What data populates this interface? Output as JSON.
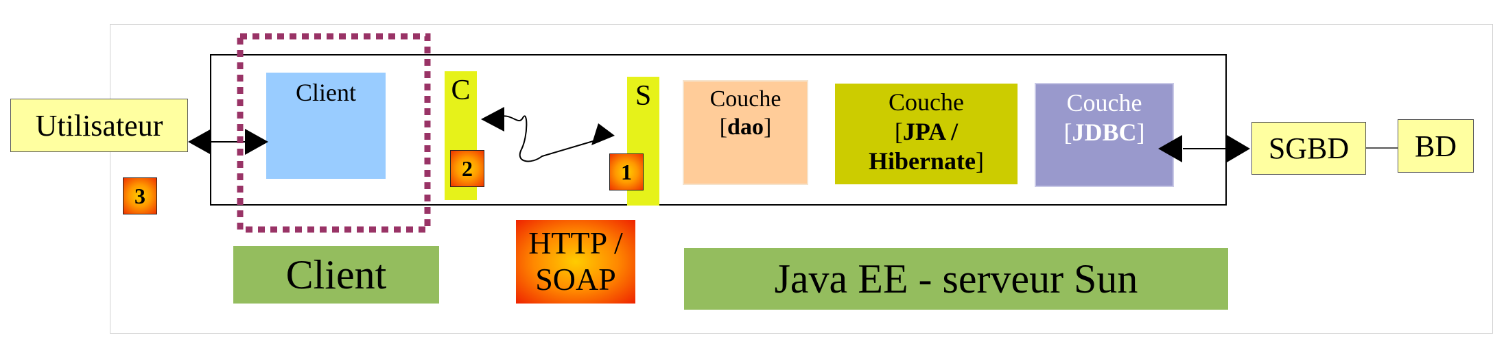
{
  "labels": {
    "utilisateur": "Utilisateur",
    "client_box": "Client",
    "c_tag": "C",
    "s_tag": "S",
    "couche_dao_line1": "Couche",
    "couche_dao_line2_pre": "[",
    "couche_dao_line2_bold": "dao",
    "couche_dao_line2_post": "]",
    "couche_jpa_line1": "Couche",
    "couche_jpa_line2_pre": "[",
    "couche_jpa_line2_bold": "JPA /",
    "couche_jpa_line3_bold": "Hibernate",
    "couche_jpa_line3_post": "]",
    "couche_jdbc_line1": "Couche",
    "couche_jdbc_line2_pre": "[",
    "couche_jdbc_line2_bold": "JDBC",
    "couche_jdbc_line2_post": "]",
    "sgbd": "SGBD",
    "bd": "BD",
    "http_soap_line1": "HTTP /",
    "http_soap_line2": "SOAP",
    "client_green": "Client",
    "server_green": "Java EE - serveur Sun"
  },
  "badges": {
    "badge_1": "1",
    "badge_2": "2",
    "badge_3": "3"
  },
  "colors": {
    "yellow_box": "#ffffa0",
    "client_blue": "#99ccff",
    "tag_yellow": "#e6f21a",
    "dao_orange": "#ffcc99",
    "jpa_olive": "#cccc00",
    "jdbc_purple": "#9999cc",
    "green_label": "#94bd5e",
    "dotted_border": "#993366"
  }
}
